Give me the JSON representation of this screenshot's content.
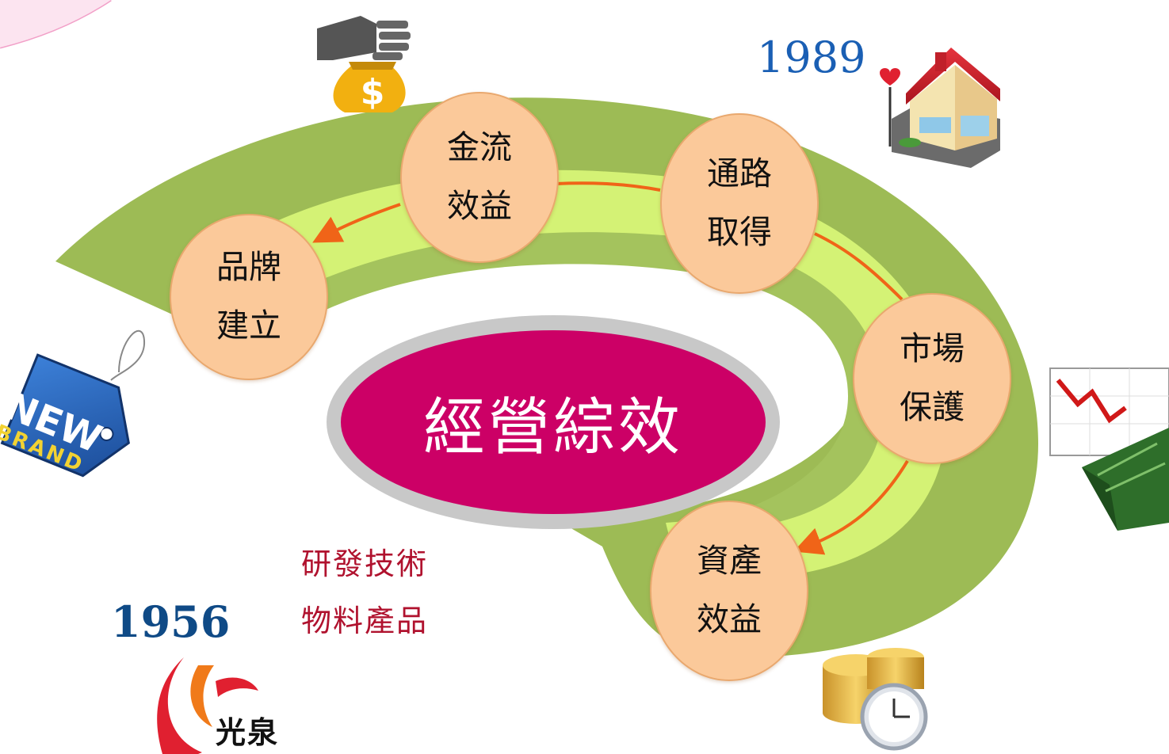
{
  "years": {
    "top": "1989",
    "bottom": "1956"
  },
  "core": {
    "label": "經營綜效"
  },
  "nodes": {
    "brand": {
      "line1": "品牌",
      "line2": "建立"
    },
    "cash": {
      "line1": "金流",
      "line2": "效益"
    },
    "channel": {
      "line1": "通路",
      "line2": "取得"
    },
    "market": {
      "line1": "市場",
      "line2": "保護"
    },
    "asset": {
      "line1": "資產",
      "line2": "效益"
    }
  },
  "foundation": {
    "line1": "研發技術",
    "line2": "物料產品"
  },
  "tag": {
    "line1": "NEW",
    "line2": "BRAND"
  },
  "money_bag": {
    "symbol": "$"
  },
  "logo": {
    "text": "光泉"
  },
  "colors": {
    "outer_band": "#9dbb55",
    "inner_band": "#d4f275",
    "core": "#cc0066",
    "core_rim": "#c8c8c8",
    "node": "#fbc99a",
    "arrow": "#f06418",
    "year_top": "#1a5fb4",
    "year_bottom": "#0f4a86",
    "foundation_text": "#b0122e"
  },
  "icons": [
    "money-bag-hand-icon",
    "house-store-icon",
    "new-brand-tag-icon",
    "chart-basket-icon",
    "coins-clock-icon",
    "brand-logo-icon"
  ]
}
